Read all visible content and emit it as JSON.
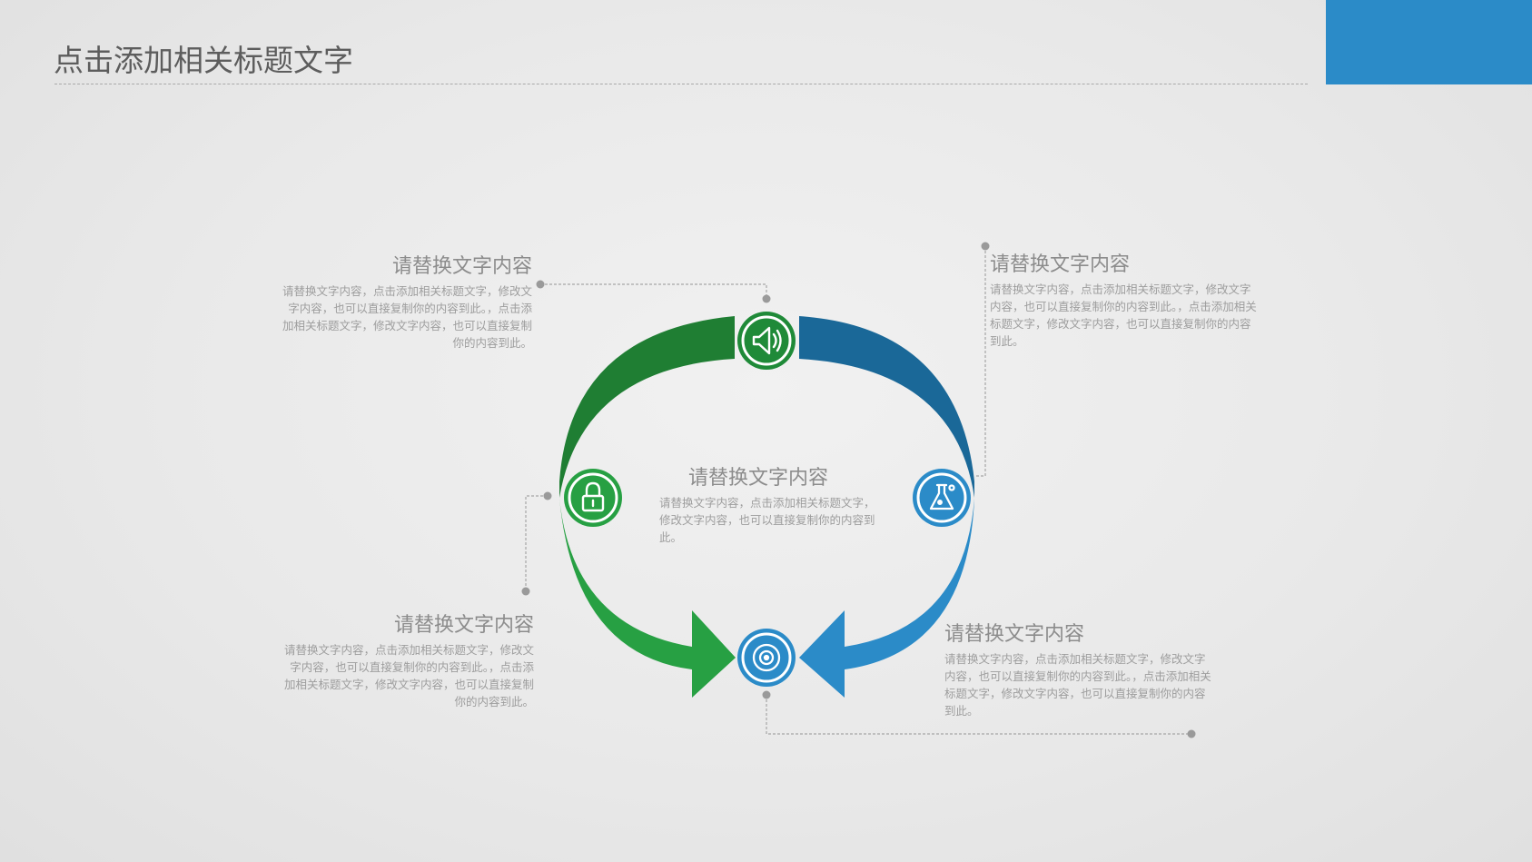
{
  "page": {
    "title": "点击添加相关标题文字"
  },
  "colors": {
    "accent": "#2b8bc8",
    "green_dark": "#1f7e33",
    "green_light": "#27a043",
    "blue_dark": "#1a6898",
    "blue_light": "#2b8bc8"
  },
  "center": {
    "heading": "请替换文字内容",
    "body": "请替换文字内容，点击添加相关标题文字，修改文字内容，也可以直接复制你的内容到此。"
  },
  "blocks": {
    "top_left": {
      "heading": "请替换文字内容",
      "body": "请替换文字内容，点击添加相关标题文字，修改文字内容，也可以直接复制你的内容到此。，点击添加相关标题文字，修改文字内容，也可以直接复制你的内容到此。"
    },
    "top_right": {
      "heading": "请替换文字内容",
      "body": "请替换文字内容，点击添加相关标题文字，修改文字内容，也可以直接复制你的内容到此。，点击添加相关标题文字，修改文字内容，也可以直接复制你的内容到此。"
    },
    "bottom_left": {
      "heading": "请替换文字内容",
      "body": "请替换文字内容，点击添加相关标题文字，修改文字内容，也可以直接复制你的内容到此。，点击添加相关标题文字，修改文字内容，也可以直接复制你的内容到此。"
    },
    "bottom_right": {
      "heading": "请替换文字内容",
      "body": "请替换文字内容，点击添加相关标题文字，修改文字内容，也可以直接复制你的内容到此。，点击添加相关标题文字，修改文字内容，也可以直接复制你的内容到此。"
    }
  },
  "icons": {
    "top": "speaker-icon",
    "left": "lock-icon",
    "right": "flask-icon",
    "bottom": "disc-icon"
  }
}
